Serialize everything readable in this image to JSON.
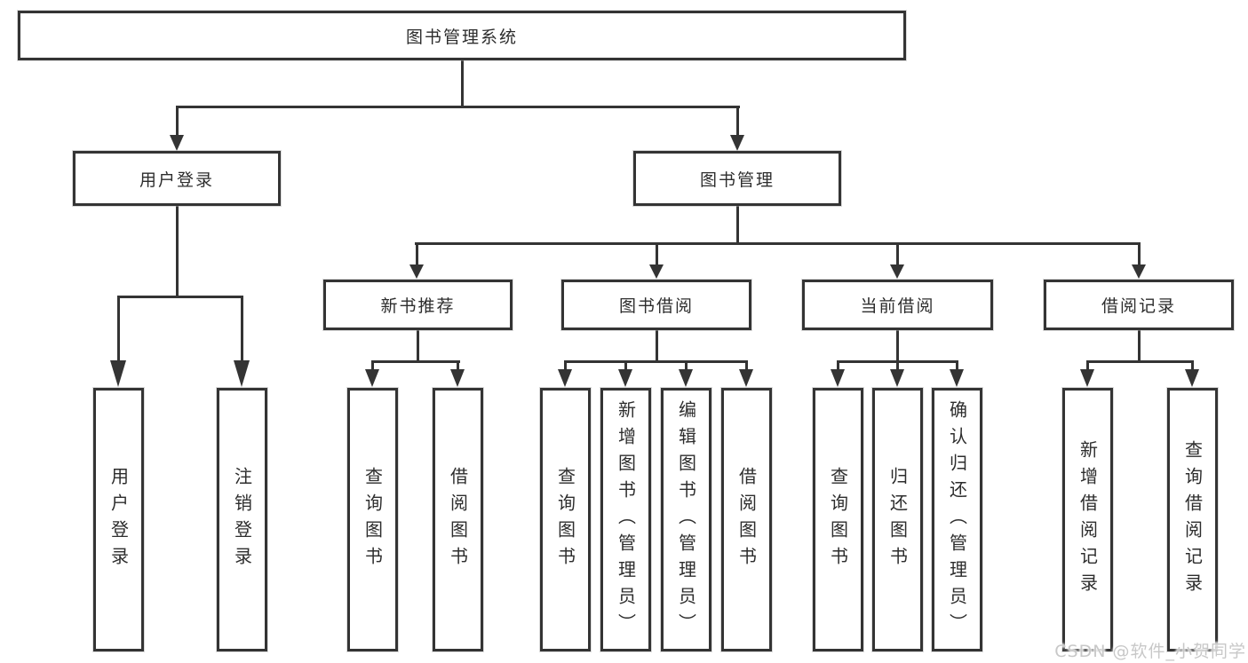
{
  "diagram": {
    "tree": {
      "label": "图书管理系统",
      "children": [
        {
          "label": "用户登录",
          "children": [
            {
              "label": "用户登录"
            },
            {
              "label": "注销登录"
            }
          ]
        },
        {
          "label": "图书管理",
          "children": [
            {
              "label": "新书推荐",
              "children": [
                {
                  "label": "查询图书"
                },
                {
                  "label": "借阅图书"
                }
              ]
            },
            {
              "label": "图书借阅",
              "children": [
                {
                  "label": "查询图书"
                },
                {
                  "label": "新增图书（管理员）"
                },
                {
                  "label": "编辑图书（管理员）"
                },
                {
                  "label": "借阅图书"
                }
              ]
            },
            {
              "label": "当前借阅",
              "children": [
                {
                  "label": "查询图书"
                },
                {
                  "label": "归还图书"
                },
                {
                  "label": "确认归还（管理员）"
                }
              ]
            },
            {
              "label": "借阅记录",
              "children": [
                {
                  "label": "新增借阅记录"
                },
                {
                  "label": "查询借阅记录"
                }
              ]
            }
          ]
        }
      ]
    },
    "colors": {
      "line": "#343434",
      "box_border": "#343434",
      "text": "#2d2d2d",
      "background": "#ffffff",
      "watermark": "#c8c8c8"
    }
  },
  "watermark": {
    "text": "CSDN @软件_小贺同学"
  }
}
